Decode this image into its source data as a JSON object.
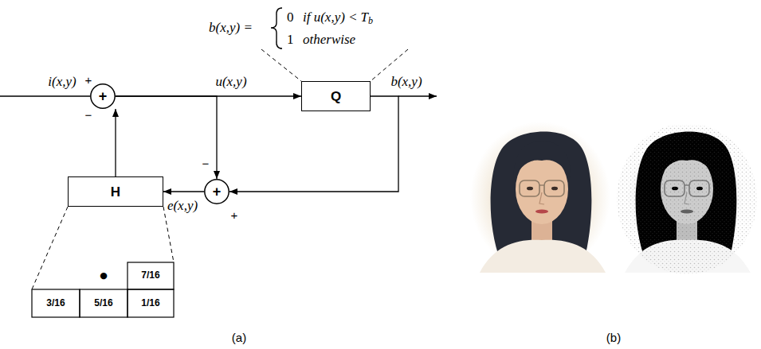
{
  "diagram": {
    "nodes": [
      {
        "text": [
          "+"
        ]
      },
      {
        "text": [
          "Q"
        ]
      },
      {
        "text": [
          "+"
        ]
      },
      {
        "text": [
          "H"
        ]
      }
    ],
    "edges": [
      {
        "from": 0,
        "to": 1,
        "arrow": "to",
        "label": "u(x,y)"
      },
      {
        "from": 0,
        "to": 2,
        "arrow": "to"
      },
      {
        "from": 1,
        "to": 2,
        "arrow": "to"
      },
      {
        "from": 2,
        "to": 3,
        "arrow": "to",
        "label": "e(x,y)"
      },
      {
        "from": 3,
        "to": 0,
        "arrow": "to"
      }
    ],
    "labels": [
      "i(x,y)",
      "+",
      "−",
      "b(x,y)",
      "−",
      "+",
      "b(x,y) =",
      "0",
      "if u(x,y) <",
      "T",
      "b",
      "1",
      "otherwise",
      "●",
      "7/16",
      "3/16",
      "5/16",
      "1/16",
      "(a)",
      "(b)"
    ]
  }
}
